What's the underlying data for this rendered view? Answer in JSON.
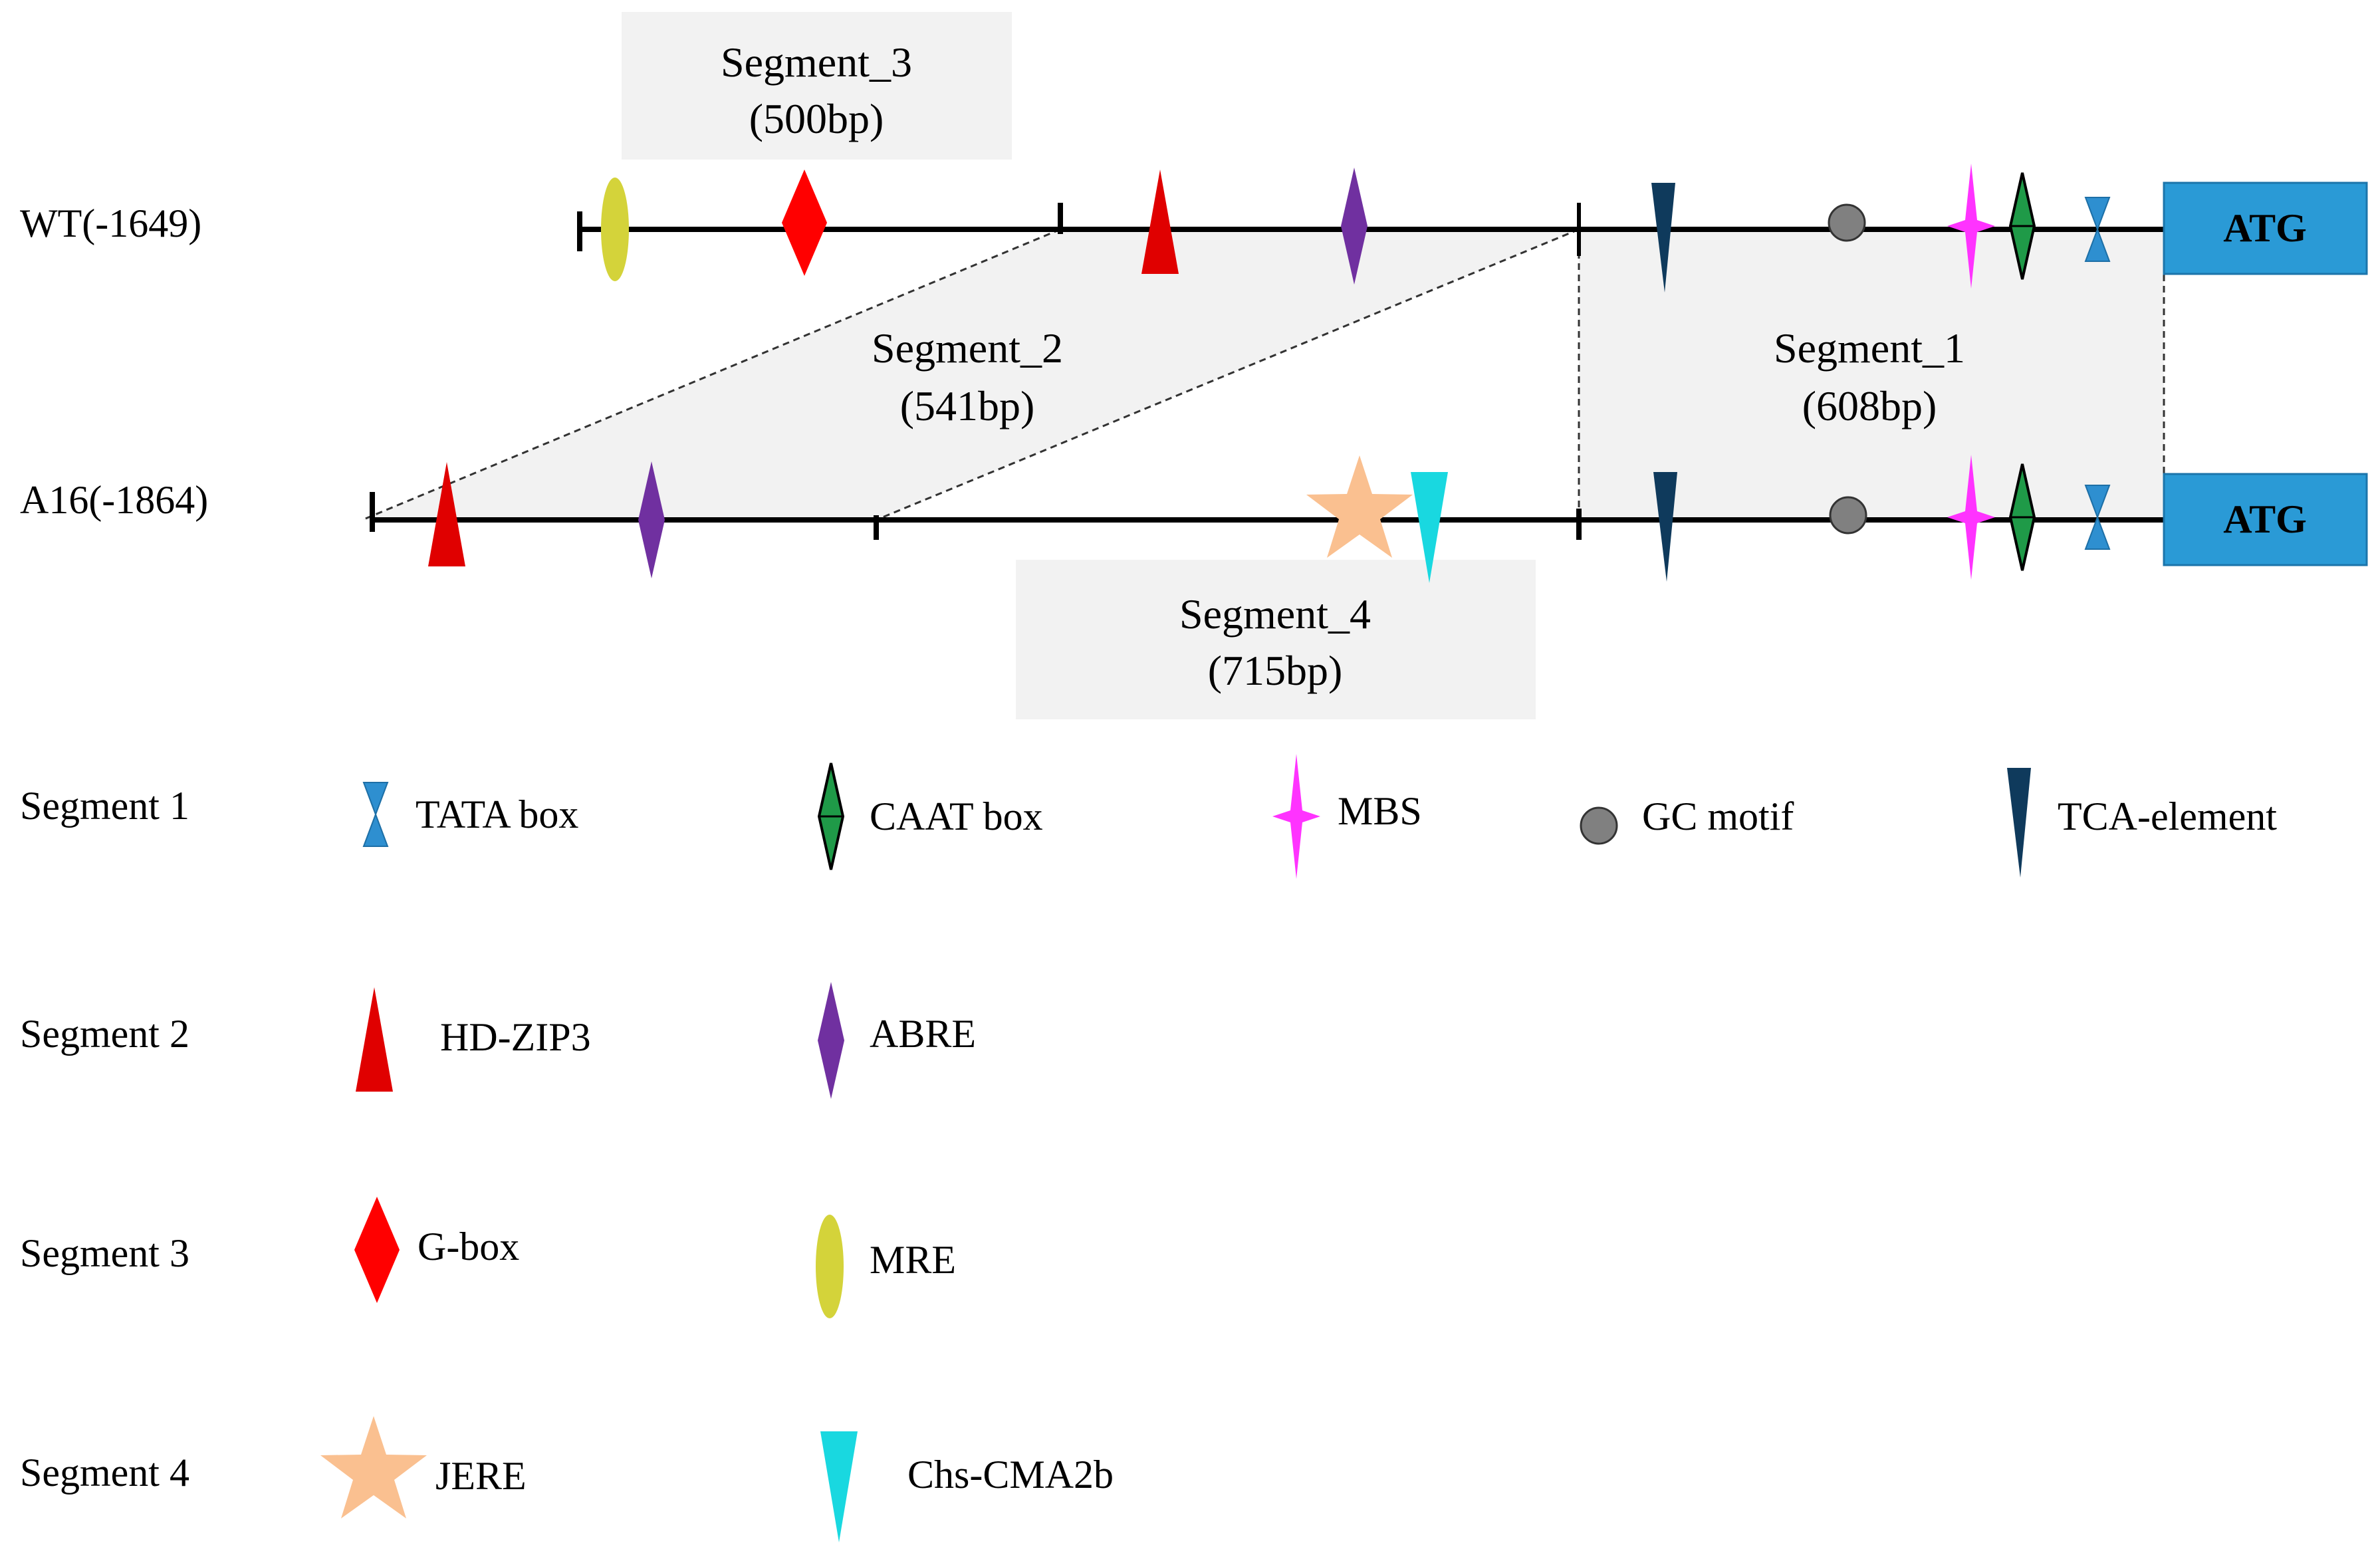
{
  "rows": {
    "wt": "WT(-1649)",
    "a16": "A16(-1864)"
  },
  "atg_label": "ATG",
  "segments": {
    "s1": {
      "name": "Segment_1",
      "size": "(608bp)"
    },
    "s2": {
      "name": "Segment_2",
      "size": "(541bp)"
    },
    "s3": {
      "name": "Segment_3",
      "size": "(500bp)"
    },
    "s4": {
      "name": "Segment_4",
      "size": "(715bp)"
    }
  },
  "legend": {
    "rows": [
      {
        "label": "Segment 1",
        "items": [
          {
            "name": "TATA box",
            "icon": "tata-box-icon"
          },
          {
            "name": "CAAT box",
            "icon": "caat-box-icon"
          },
          {
            "name": "MBS",
            "icon": "mbs-icon"
          },
          {
            "name": "GC motif",
            "icon": "gc-motif-icon"
          },
          {
            "name": "TCA-element",
            "icon": "tca-element-icon"
          }
        ]
      },
      {
        "label": "Segment 2",
        "items": [
          {
            "name": "HD-ZIP3",
            "icon": "hd-zip3-icon"
          },
          {
            "name": "ABRE",
            "icon": "abre-icon"
          }
        ]
      },
      {
        "label": "Segment 3",
        "items": [
          {
            "name": "G-box",
            "icon": "g-box-icon"
          },
          {
            "name": "MRE",
            "icon": "mre-icon"
          }
        ]
      },
      {
        "label": "Segment 4",
        "items": [
          {
            "name": "JERE",
            "icon": "jere-icon"
          },
          {
            "name": "Chs-CMA2b",
            "icon": "chs-cma2b-icon"
          }
        ]
      }
    ]
  },
  "colors": {
    "tata_box": "#2e8fd0",
    "caat_box": "#1f9a48",
    "mbs": "#ff33ff",
    "gc_motif": "#808080",
    "tca_element": "#0f3a5c",
    "hd_zip3": "#e00000",
    "abre": "#7030a0",
    "g_box": "#ff0000",
    "mre": "#d4d33a",
    "jere": "#fac090",
    "chs_cma2b": "#19d8e0",
    "atg_box": "#2a9ad6",
    "segment_fill": "#f2f2f2"
  }
}
